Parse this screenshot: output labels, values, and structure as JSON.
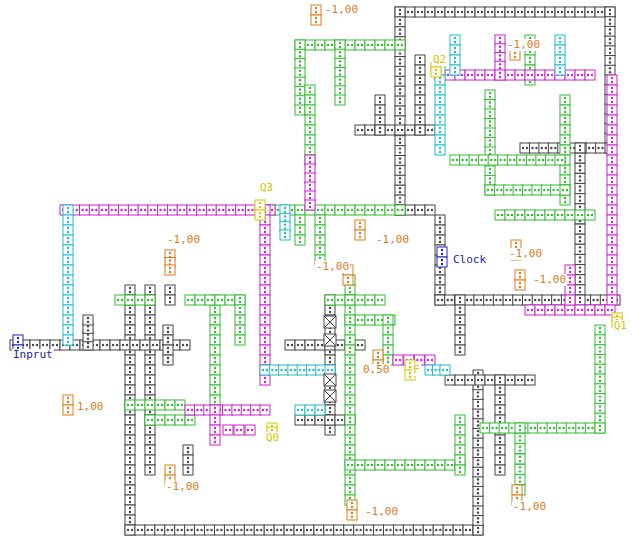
{
  "diagram": {
    "labels": [
      "-1,00",
      "-1,00",
      "Q2",
      "Q3",
      "-1,00",
      "-1,00",
      "Clock",
      "-1,00",
      "-1,00",
      "-1,00",
      "Q1",
      "Inprut",
      "0,50",
      "F",
      "1,00",
      "Q0",
      "-1,00",
      "-1,00",
      "-1,00"
    ]
  }
}
